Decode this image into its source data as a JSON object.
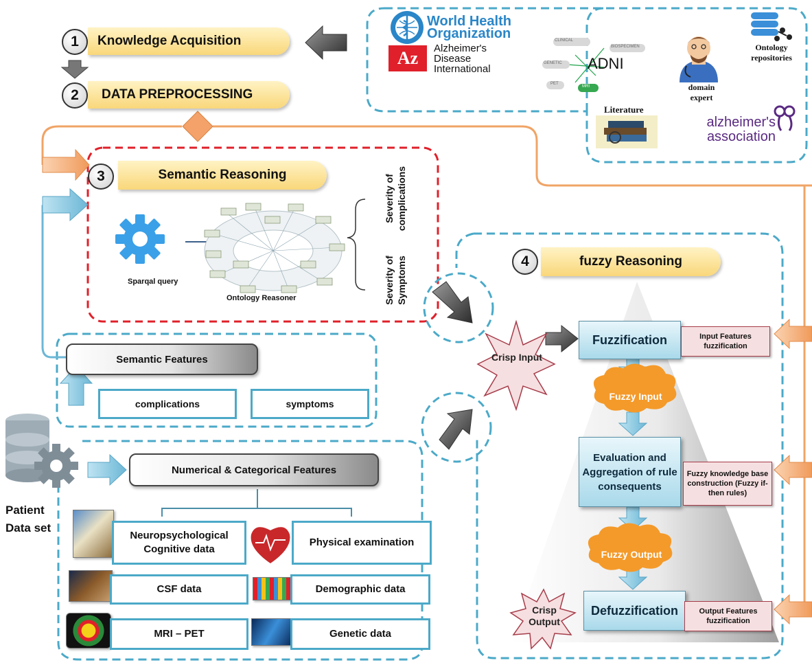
{
  "stages": {
    "s1": {
      "num": "1",
      "label": "Knowledge Acquisition"
    },
    "s2": {
      "num": "2",
      "label": "DATA PREPROCESSING"
    },
    "s3": {
      "num": "3",
      "label": "Semantic Reasoning"
    },
    "s4": {
      "num": "4",
      "label": "fuzzy Reasoning"
    }
  },
  "sources": {
    "who_line1": "World Health",
    "who_line2": "Organization",
    "adi_logo": "Az",
    "adi_line1": "Alzheimer's",
    "adi_line2": "Disease",
    "adi_line3": "International",
    "adni": "ADNI",
    "adni_nodes": [
      "CLINICAL",
      "BIOSPECIMEN",
      "GENETIC",
      "PET",
      "MRI"
    ],
    "domain_expert": "domain expert",
    "ontology_repos": "Ontology repositories",
    "literature": "Literature",
    "aa_line1": "alzheimer's",
    "aa_line2": "association"
  },
  "semantic": {
    "sparql": "Sparqal query",
    "reasoner": "Ontology Reasoner",
    "severity_complications": "Severity of complications",
    "severity_symptoms": "Severity of Symptoms"
  },
  "features": {
    "semantic_title": "Semantic Features",
    "complications": "complications",
    "symptoms": "symptoms",
    "numcat_title": "Numerical & Categorical Features",
    "patient_line1": "Patient",
    "patient_line2": "Data set",
    "neuro": "Neuropsychological Cognitive data",
    "physical": "Physical examination",
    "csf": "CSF data",
    "demographic": "Demographic  data",
    "mri": "MRI – PET",
    "genetic": "Genetic data"
  },
  "fuzzy": {
    "crisp_input": "Crisp Input",
    "crisp_output": "Crisp Output",
    "fuzzification": "Fuzzification",
    "fuzzy_input": "Fuzzy Input",
    "evaluation": "Evaluation and Aggregation of rule consequents",
    "fuzzy_output": "Fuzzy Output",
    "defuzzification": "Defuzzification",
    "input_feat": "Input Features fuzzification",
    "kb": "Fuzzy knowledge base construction (Fuzzy if-then rules)",
    "output_feat": "Output Features fuzzification"
  },
  "colors": {
    "dashed_teal": "#4ba9c8",
    "dashed_red": "#e0202a",
    "orange_line": "#f0a466",
    "pill_yellow": "#f9d77a",
    "who_blue": "#2a86c8",
    "aa_purple": "#5a2a82",
    "adi_red": "#e0202a"
  }
}
